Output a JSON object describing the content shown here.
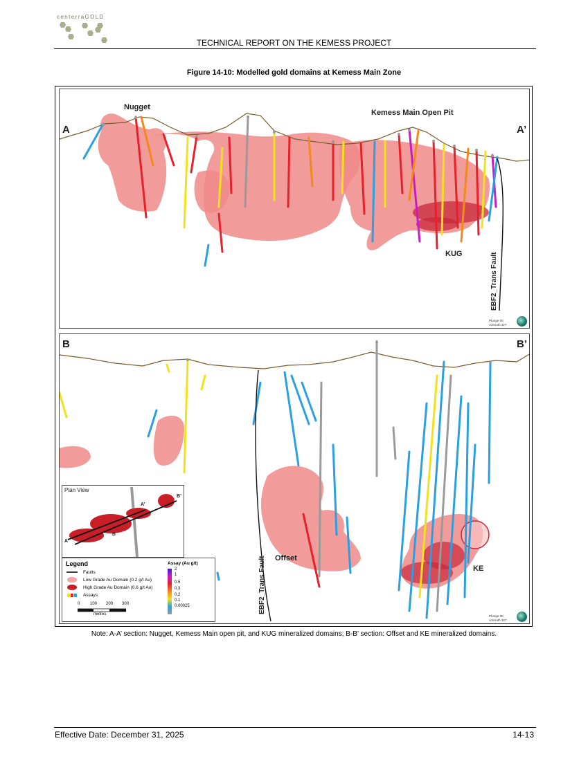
{
  "header": {
    "logo_text": "centerraGOLD",
    "title": "TECHNICAL REPORT ON THE KEMESS PROJECT"
  },
  "figure": {
    "title": "Figure 14-10: Modelled gold domains at Kemess Main Zone",
    "section_a": {
      "start_label": "A",
      "end_label": "A’",
      "labels": {
        "nugget": "Nugget",
        "open_pit": "Kemess Main Open Pit",
        "kug": "KUG",
        "fault": "EBF2_Trans Fault"
      },
      "plunge": "Plunge 00",
      "azimuth": "Azimuth 327"
    },
    "section_b": {
      "start_label": "B",
      "end_label": "B’",
      "labels": {
        "offset": "Offset",
        "ke": "KE",
        "fault": "EBF2_Trans Fault"
      },
      "plunge": "Plunge 00",
      "azimuth": "Azimuth 327"
    },
    "plan_view": {
      "title": "Plan View",
      "labels": [
        "A",
        "A’",
        "B",
        "B’"
      ]
    },
    "legend": {
      "title": "Legend",
      "items": [
        "Faults",
        "Low Grade Au Domain (0.2 g/t Au)",
        "High Grade Au Domain (0.6 g/t Au)",
        "Assays"
      ],
      "assay_title": "Assay (Au g/t)",
      "assay_values": [
        "2",
        "1",
        "0.5",
        "0.3",
        "0.2",
        "0.1",
        "0.00025"
      ],
      "assay_colors": [
        "#3a1cc8",
        "#c81cc8",
        "#e8202a",
        "#f08a1c",
        "#f2e21c",
        "#2aa0e0",
        "#9a9a9a"
      ],
      "scale_ticks": [
        "0",
        "100",
        "200",
        "300"
      ],
      "scale_unit": "metres"
    },
    "note": "Note: A-A’ section: Nugget, Kemess Main open pit, and KUG mineralized domains; B-B’ section: Offset and KE mineralized domains."
  },
  "footer": {
    "left": "Effective Date: December 31, 2025",
    "right": "14-13"
  }
}
